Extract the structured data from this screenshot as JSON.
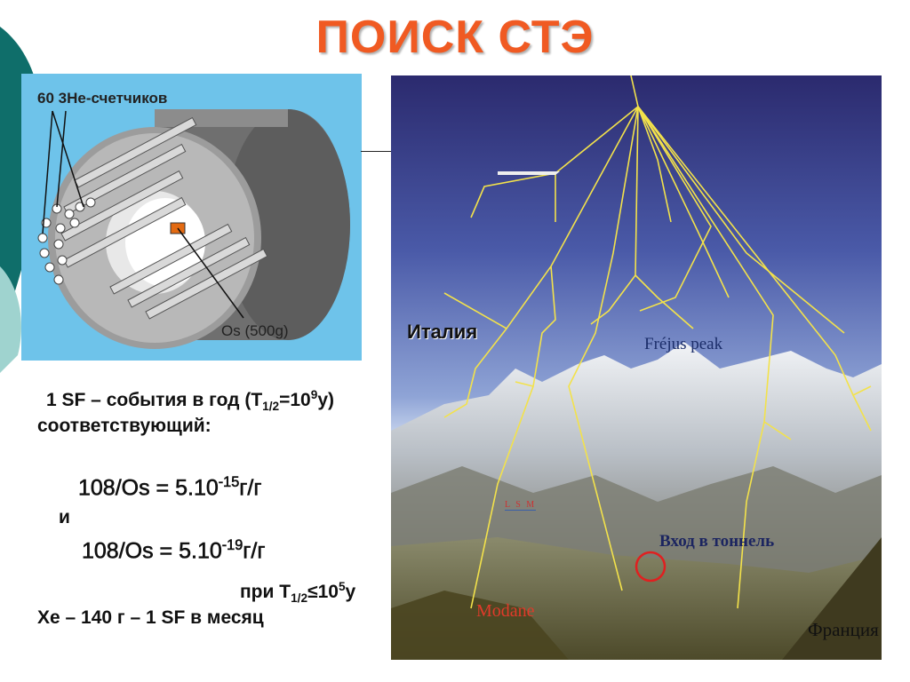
{
  "title": "ПОИСК СТЭ",
  "detector": {
    "counters_label": "60 3He-счетчиков",
    "sample_label": "Os (500g)"
  },
  "map": {
    "italy": "Италия",
    "peak": "Fréjus peak",
    "lsm": "L S M",
    "tunnel": "Вход в тоннель",
    "modane": "Modane",
    "france": "Франция"
  },
  "body": {
    "line1_a": "1 SF – события в год (T",
    "line1_sub": "1/2",
    "line1_b": "=10",
    "line1_sup": "9",
    "line1_c": "y)",
    "line2": "соответствующий:",
    "eq1_a": "108/Os = 5.10",
    "eq1_sup": "-15",
    "eq1_b": "г/г",
    "and": "и",
    "eq2_a": "108/Os = 5.10",
    "eq2_sup": "-19",
    "eq2_b": "г/г",
    "cond_a": "при T",
    "cond_sub": "1/2",
    "cond_b": "≤10",
    "cond_sup": "5",
    "cond_c": "y",
    "xe": "Xe – 140 г – 1 SF  в месяц"
  }
}
